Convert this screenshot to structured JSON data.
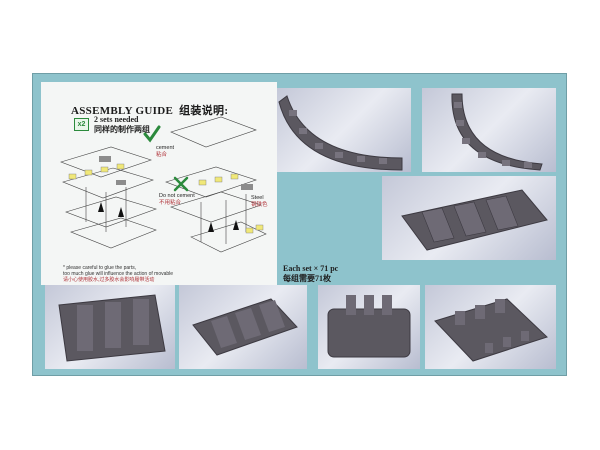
{
  "guide": {
    "title": "ASSEMBLY GUIDE",
    "title_cn": "组装说明:",
    "multiplier": "x2",
    "sets_needed": "2 sets needed",
    "sets_needed_cn": "同样的制作两组",
    "cement": {
      "label": "cement",
      "label_cn": "粘合"
    },
    "no_cement": {
      "label": "Do not cement",
      "label_cn": "不用粘合"
    },
    "steel": {
      "label": "Steel",
      "label_cn": "钢铁色"
    },
    "caution_line1": "* please careful to glue the parts,",
    "caution_line2": "too much glue will influence the action of movable",
    "caution_cn": "请小心使用胶水,过多胶水会影响履带活动"
  },
  "each_set": {
    "label": "Each set × 71 pc",
    "label_cn": "每组需要71枚"
  },
  "colors": {
    "background": "#8ec3cc",
    "cement_green": "#2b8a3c",
    "annotation_red": "#b0343a",
    "track_grey": "#5b5860"
  },
  "icons": [
    "check-icon",
    "cross-icon",
    "arrow-icon"
  ]
}
